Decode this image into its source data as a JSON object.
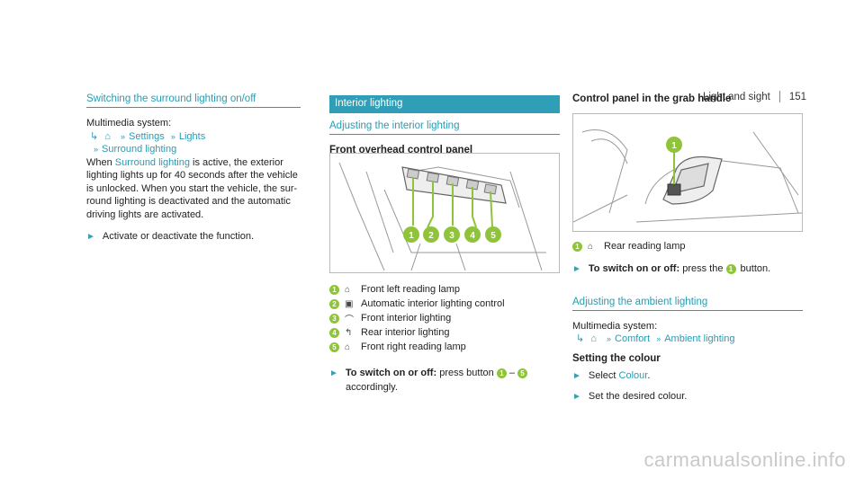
{
  "header": {
    "chapter": "Light and sight",
    "page": "151"
  },
  "col1": {
    "title": "Switching the surround lighting on/off",
    "multimedia_label": "Multimedia system:",
    "path": [
      "Settings",
      "Lights",
      "Surround lighting"
    ],
    "body_prefix": "When ",
    "body_link": "Surround lighting",
    "body_rest_1": " is active, the exterior",
    "body_lines": [
      "lighting lights up for 40 seconds after the vehicle",
      "is unlocked. When you start the vehicle, the sur-",
      "round lighting is deactivated and the automatic",
      "driving lights are activated."
    ],
    "action": "Activate or deactivate the function."
  },
  "col2": {
    "bar": "Interior lighting",
    "title": "Adjusting the interior lighting",
    "subhead": "Front overhead control panel",
    "items": [
      {
        "n": "1",
        "icon": "⌂",
        "label": "Front left reading lamp"
      },
      {
        "n": "2",
        "icon": "▣",
        "label": "Automatic interior lighting control"
      },
      {
        "n": "3",
        "icon": "⌒",
        "label": "Front interior lighting"
      },
      {
        "n": "4",
        "icon": "↰",
        "label": "Rear interior lighting"
      },
      {
        "n": "5",
        "icon": "⌂",
        "label": "Front right reading lamp"
      }
    ],
    "switch_bold": "To switch on or off:",
    "switch_text": " press button ",
    "switch_n1": "1",
    "switch_dash": " – ",
    "switch_n2": "5",
    "switch_line2": "accordingly."
  },
  "col3": {
    "subhead": "Control panel in the grab handle",
    "item": {
      "n": "1",
      "icon": "⌂",
      "label": "Rear reading lamp"
    },
    "switch_bold": "To switch on or off:",
    "switch_text": " press the ",
    "switch_n": "1",
    "switch_end": " button.",
    "ambient_title": "Adjusting the ambient lighting",
    "multimedia_label": "Multimedia system:",
    "path": [
      "Comfort",
      "Ambient lighting"
    ],
    "setting_subhead": "Setting the colour",
    "select_prefix": "Select ",
    "select_link": "Colour",
    "select_suffix": ".",
    "set_text": "Set the desired colour."
  },
  "watermark": "carmanualsonline.info"
}
